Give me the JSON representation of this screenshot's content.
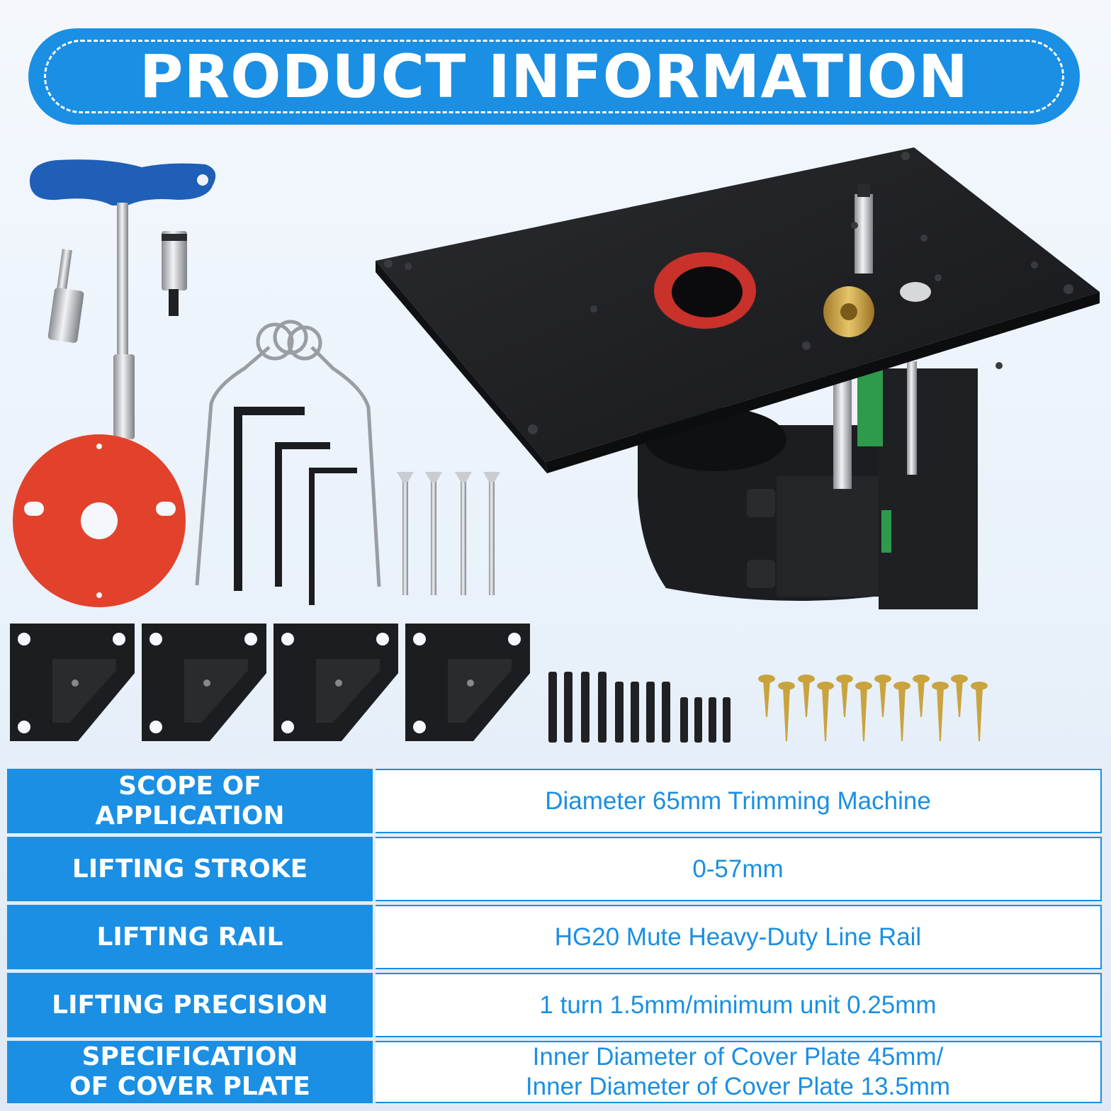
{
  "banner": {
    "title": "PRODUCT INFORMATION"
  },
  "colors": {
    "accent": "#1a8fe3",
    "text_on_accent": "#ffffff",
    "value_text": "#1a8fe3"
  },
  "product_parts": [
    "t-handle-wrench",
    "hex-bit-adapter",
    "guide-bearing",
    "router-lift-plate",
    "insert-ring",
    "spring-bit-retainer",
    "hex-keys",
    "countersunk-bolts",
    "corner-leveling-brackets",
    "set-screws",
    "wood-screws"
  ],
  "specs": [
    {
      "label": "SCOPE OF\nAPPLICATION",
      "value": "Diameter 65mm Trimming Machine"
    },
    {
      "label": "LIFTING STROKE",
      "value": "0-57mm"
    },
    {
      "label": "LIFTING RAIL",
      "value": "HG20 Mute Heavy-Duty Line Rail"
    },
    {
      "label": "LIFTING PRECISION",
      "value": "1 turn 1.5mm/minimum unit 0.25mm"
    },
    {
      "label": "SPECIFICATION\nOF COVER PLATE",
      "value": "Inner Diameter of Cover Plate 45mm/\nInner Diameter of Cover Plate 13.5mm"
    }
  ]
}
